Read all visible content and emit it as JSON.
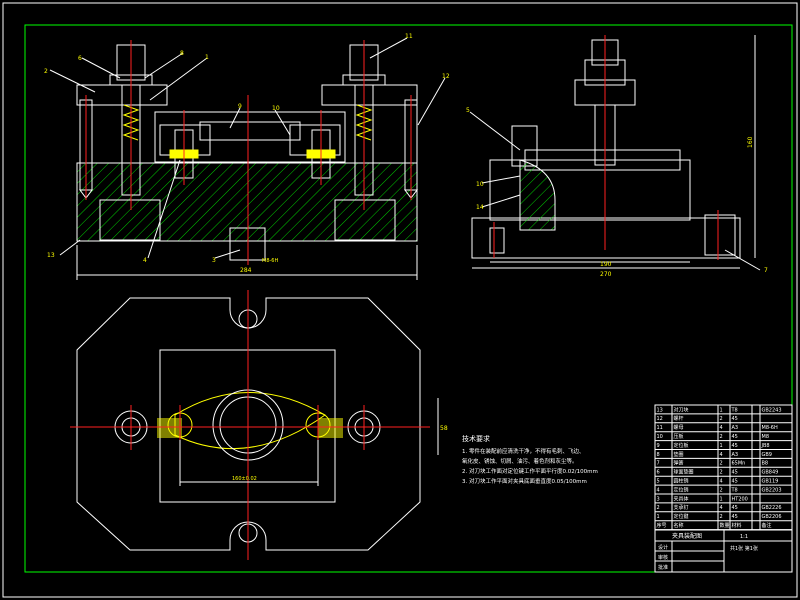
{
  "drawing": {
    "balloons": [
      "1",
      "2",
      "3",
      "4",
      "5",
      "6",
      "7",
      "8",
      "9",
      "10",
      "11",
      "12",
      "13",
      "14"
    ],
    "dims": {
      "front_width": "284",
      "front_hole": "M8-6H",
      "side_width": "190",
      "side_base": "270",
      "side_height": "160",
      "top_spacing": "160±0.02",
      "top_height": "58"
    },
    "notes": {
      "title": "技术要求",
      "lines": [
        "1. 零件在装配前应清洗干净，不得有毛刺、飞边、",
        "氧化皮、锈蚀、切屑、油污、着色剂和灰尘等。",
        "2. 对刀块工作面对定位键工作平面平行度0.02/100mm",
        "3. 对刀块工作平面对夹具底面垂直度0.05/100mm"
      ]
    },
    "bom": {
      "rows": [
        [
          "13",
          "对刀块",
          "1",
          "T8",
          "",
          "GB2243"
        ],
        [
          "12",
          "螺杆",
          "2",
          "45",
          "",
          ""
        ],
        [
          "11",
          "螺母",
          "4",
          "A3",
          "",
          "M8-6H"
        ],
        [
          "10",
          "压板",
          "2",
          "45",
          "",
          "M8"
        ],
        [
          "9",
          "定位板",
          "1",
          "45",
          "",
          "JB8"
        ],
        [
          "8",
          "垫圈",
          "4",
          "A3",
          "",
          "GB9"
        ],
        [
          "7",
          "弹簧",
          "2",
          "65Mn",
          "",
          "B8"
        ],
        [
          "6",
          "球面垫圈",
          "2",
          "45",
          "",
          "GB849"
        ],
        [
          "5",
          "圆柱销",
          "4",
          "45",
          "",
          "GB119"
        ],
        [
          "4",
          "定位销",
          "2",
          "T8",
          "",
          "GB2203"
        ],
        [
          "3",
          "夹具体",
          "1",
          "HT200",
          "",
          ""
        ],
        [
          "2",
          "支承钉",
          "4",
          "45",
          "",
          "GB2226"
        ],
        [
          "1",
          "定位键",
          "2",
          "45",
          "",
          "GB2206"
        ]
      ],
      "header": [
        "序号",
        "名称",
        "数量",
        "材料",
        "",
        "备注"
      ],
      "title_block": {
        "name": "夹具装配图",
        "scale": "1:1",
        "sheet": "共1张 第1张",
        "school": "",
        "rows": [
          "设计",
          "审核",
          "批准"
        ]
      }
    }
  }
}
